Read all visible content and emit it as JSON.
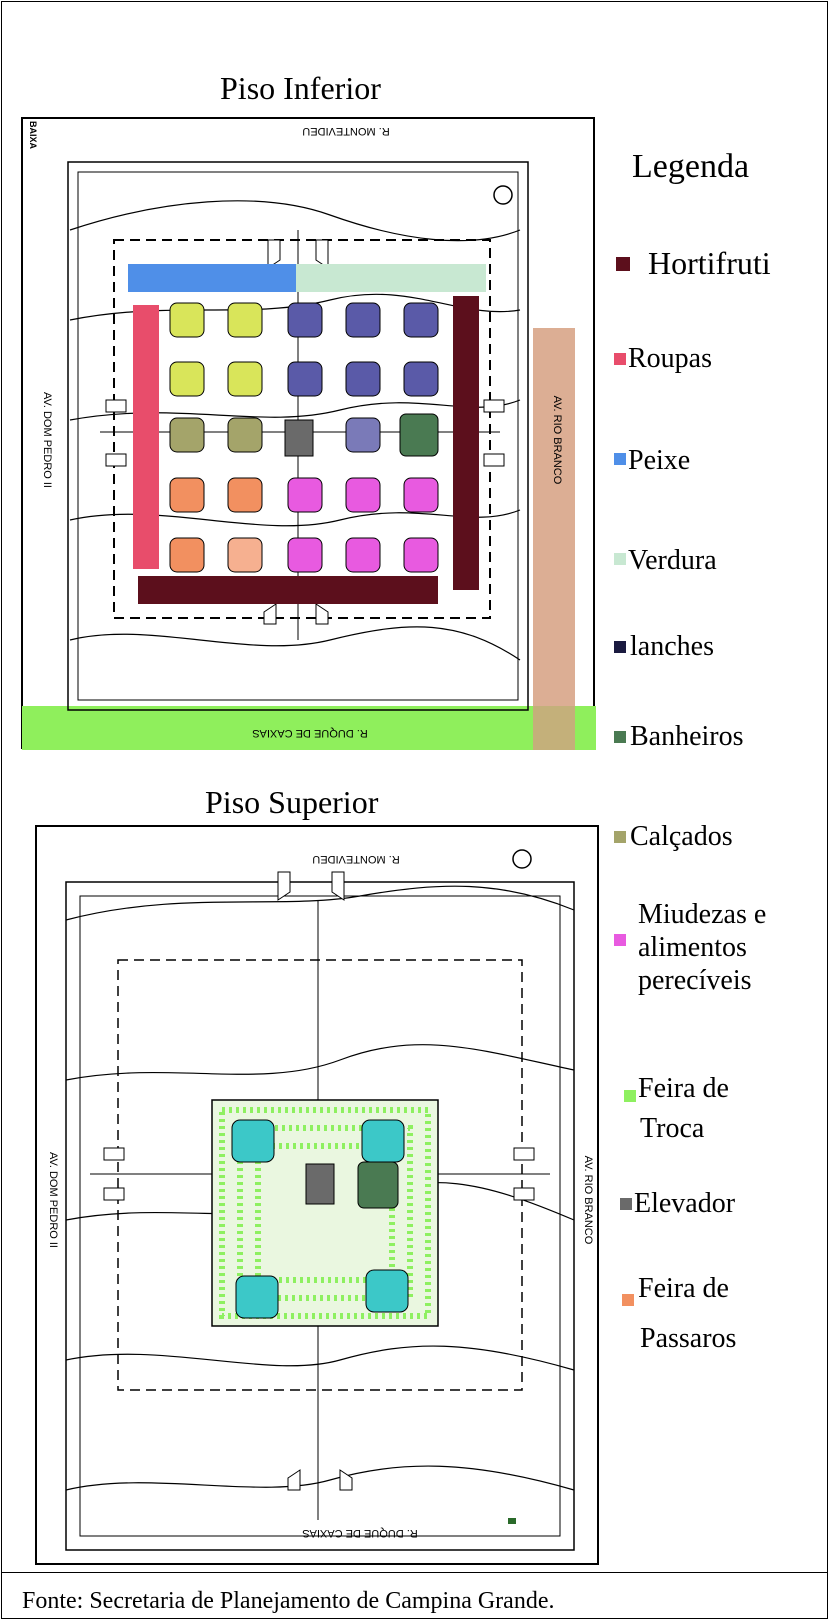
{
  "floors": {
    "lower": {
      "title": "Piso Inferior",
      "streets": {
        "top": "R. MONTEVIDEU",
        "bottom": "R. DUQUE DE CAXIAS",
        "left": "AV. DOM PEDRO II",
        "right": "AV. RIO BRANCO",
        "corner": "BAIXA"
      }
    },
    "upper": {
      "title": "Piso Superior",
      "streets": {
        "top": "R. MONTEVIDEU",
        "bottom": "R. DUQUE DE CAXIAS",
        "left": "AV. DOM PEDRO II",
        "right": "AV. RIO BRANCO"
      }
    }
  },
  "legend": {
    "title": "Legenda",
    "items": [
      {
        "label": "Hortifruti",
        "color": "#5c0f1c"
      },
      {
        "label": "Roupas",
        "color": "#e84d6b"
      },
      {
        "label": "Peixe",
        "color": "#4f8fe8"
      },
      {
        "label": "Verdura",
        "color": "#c8e8d2"
      },
      {
        "label": "lanches",
        "color": "#1a1a40"
      },
      {
        "label": "Banheiros",
        "color": "#4a7a52"
      },
      {
        "label": "Calçados",
        "color": "#a4a46a"
      },
      {
        "label": "Miudezas e",
        "label2": "alimentos",
        "label3": "perecíveis",
        "color": "#e85ae0"
      },
      {
        "label": "Feira de",
        "label2": "Troca",
        "color": "#8ef060"
      },
      {
        "label": "Elevador",
        "color": "#6a6a6a"
      },
      {
        "label": "Feira de",
        "label2": "Passaros",
        "color": "#f29060"
      }
    ]
  },
  "source": "Fonte: Secretaria de Planejamento de Campina Grande."
}
